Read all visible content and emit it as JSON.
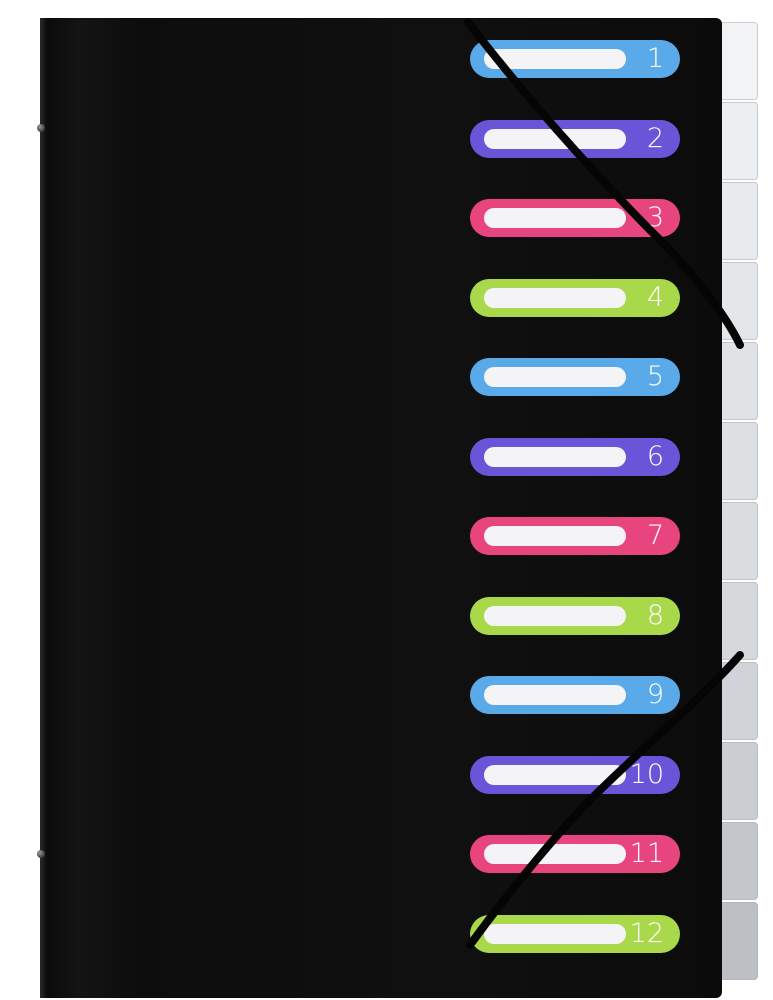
{
  "product": {
    "type": "12-part document organizer with elastic closure",
    "cover_color": "#0d0d0d",
    "divider_color": "#e7eaed",
    "band_color": "#050505"
  },
  "tabs": [
    {
      "number": "1",
      "color": "#5aa9e8"
    },
    {
      "number": "2",
      "color": "#6a55d8"
    },
    {
      "number": "3",
      "color": "#e8457f"
    },
    {
      "number": "4",
      "color": "#a9d84a"
    },
    {
      "number": "5",
      "color": "#5aa9e8"
    },
    {
      "number": "6",
      "color": "#6a55d8"
    },
    {
      "number": "7",
      "color": "#e8457f"
    },
    {
      "number": "8",
      "color": "#a9d84a"
    },
    {
      "number": "9",
      "color": "#5aa9e8"
    },
    {
      "number": "10",
      "color": "#6a55d8"
    },
    {
      "number": "11",
      "color": "#e8457f"
    },
    {
      "number": "12",
      "color": "#a9d84a"
    }
  ]
}
